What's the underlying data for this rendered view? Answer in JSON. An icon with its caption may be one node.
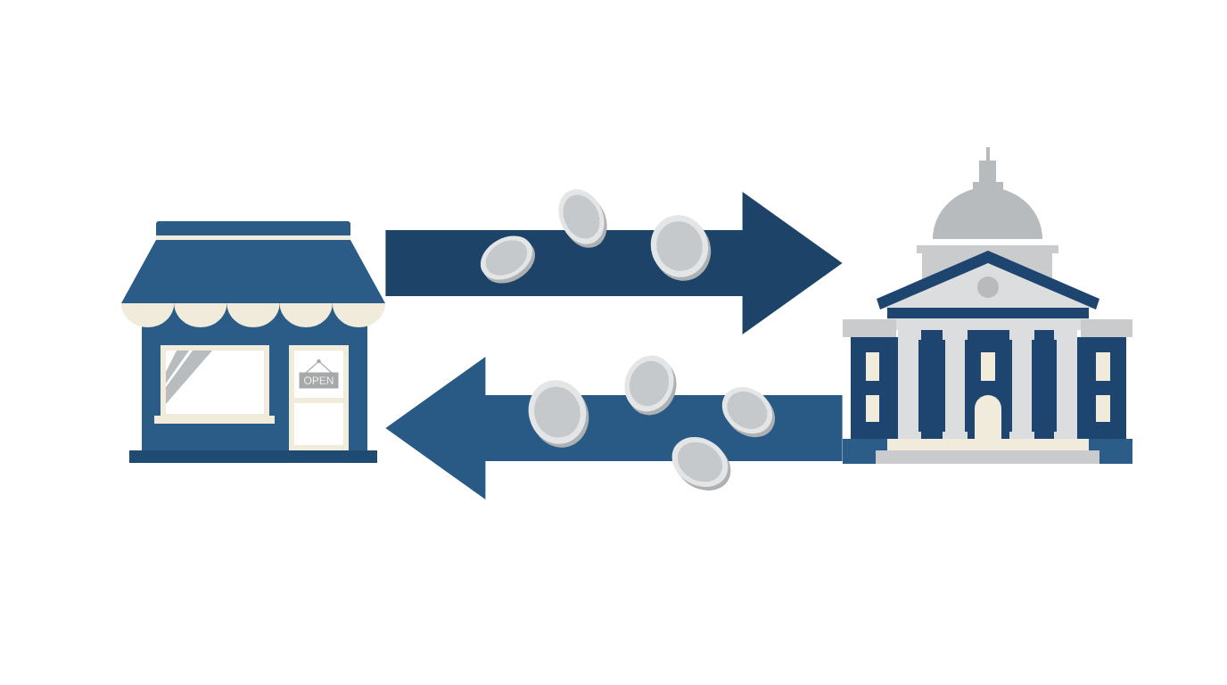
{
  "diagram": {
    "nodes": [
      {
        "text": [],
        "shape": "picture"
      },
      {
        "text": [],
        "shape": "picture"
      }
    ],
    "edges": [
      {
        "from": 0,
        "to": 1,
        "arrow": "to",
        "color": "#1d4368"
      },
      {
        "from": 1,
        "to": 0,
        "arrow": "to",
        "color": "#285a85"
      }
    ],
    "labels": [
      "OPEN"
    ]
  }
}
